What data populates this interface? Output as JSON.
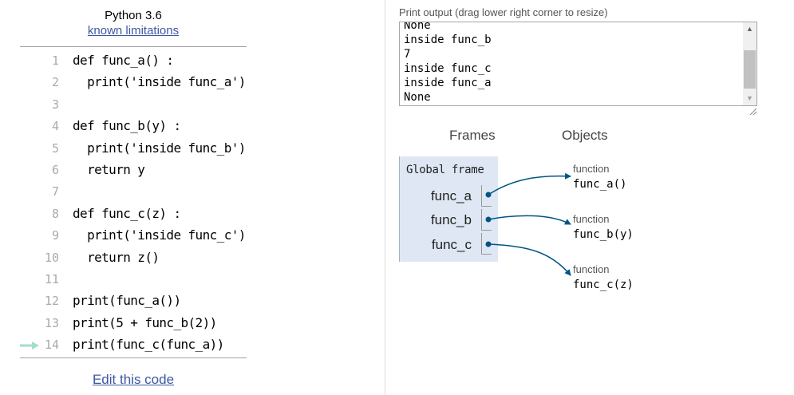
{
  "header": {
    "language": "Python 3.6",
    "limitations_link": "known limitations"
  },
  "code": {
    "lines": [
      {
        "no": "1",
        "text": "def func_a() :"
      },
      {
        "no": "2",
        "text": "  print('inside func_a')"
      },
      {
        "no": "3",
        "text": ""
      },
      {
        "no": "4",
        "text": "def func_b(y) :"
      },
      {
        "no": "5",
        "text": "  print('inside func_b')"
      },
      {
        "no": "6",
        "text": "  return y"
      },
      {
        "no": "7",
        "text": ""
      },
      {
        "no": "8",
        "text": "def func_c(z) :"
      },
      {
        "no": "9",
        "text": "  print('inside func_c')"
      },
      {
        "no": "10",
        "text": "  return z()"
      },
      {
        "no": "11",
        "text": ""
      },
      {
        "no": "12",
        "text": "print(func_a())"
      },
      {
        "no": "13",
        "text": "print(5 + func_b(2))"
      },
      {
        "no": "14",
        "text": "print(func_c(func_a))"
      }
    ],
    "current_line": "14",
    "edit_link": "Edit this code"
  },
  "output": {
    "label": "Print output (drag lower right corner to resize)",
    "text": "None\ninside func_b\n7\ninside func_c\ninside func_a\nNone"
  },
  "visualizer": {
    "frames_heading": "Frames",
    "objects_heading": "Objects",
    "global_frame": {
      "title": "Global frame",
      "vars": [
        "func_a",
        "func_b",
        "func_c"
      ]
    },
    "objects": [
      {
        "type": "function",
        "name": "func_a()"
      },
      {
        "type": "function",
        "name": "func_b(y)"
      },
      {
        "type": "function",
        "name": "func_c(z)"
      }
    ]
  },
  "colors": {
    "link": "#3d58a2",
    "frame_bg": "#dee7f3",
    "pointer": "#005583",
    "current_line_arrow": "#a2e0c6"
  }
}
